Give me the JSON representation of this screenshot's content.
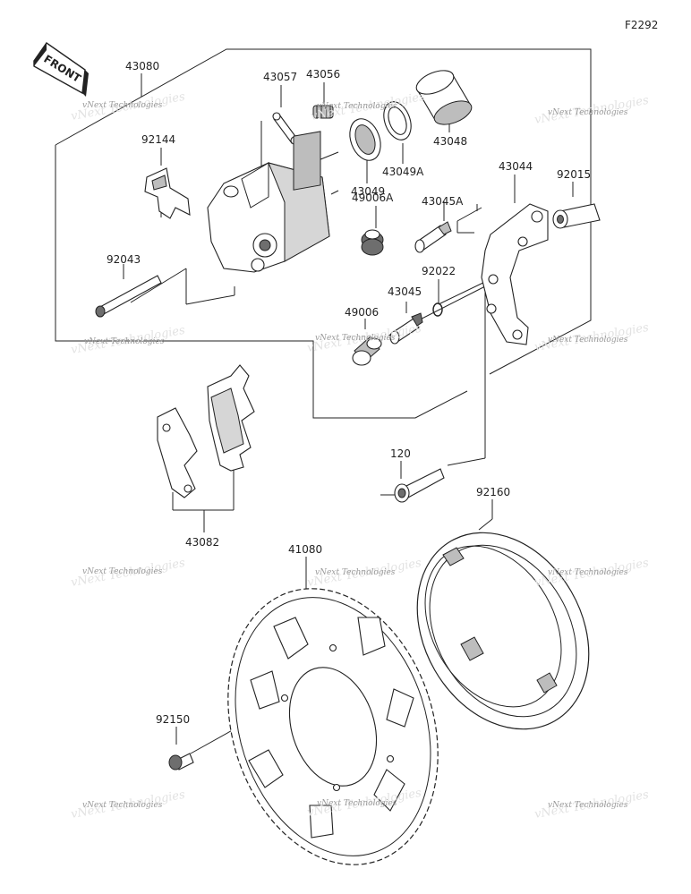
{
  "diagram_code": "F2292",
  "front_label": "FRONT",
  "watermark": "vNext Technologies",
  "parts": {
    "p43080": "43080",
    "p43057": "43057",
    "p43056": "43056",
    "p43048": "43048",
    "p43049A": "43049A",
    "p43049": "43049",
    "p92144": "92144",
    "p43044": "43044",
    "p92015": "92015",
    "p43045A": "43045A",
    "p49006A": "49006A",
    "p92022": "92022",
    "p43045": "43045",
    "p92043": "92043",
    "p49006": "49006",
    "p120": "120",
    "p92160": "92160",
    "p43082": "43082",
    "p41080": "41080",
    "p92150": "92150"
  }
}
